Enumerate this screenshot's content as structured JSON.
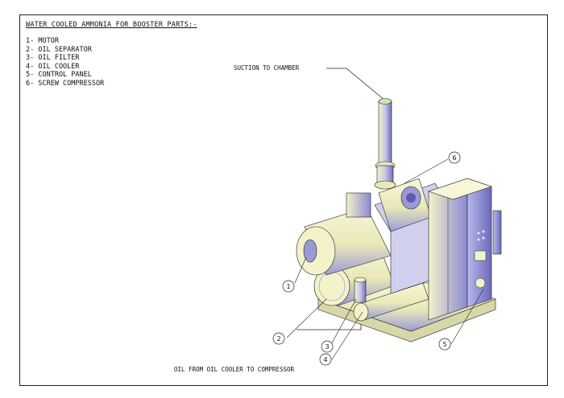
{
  "title": "WATER COOLED AMMONIA FOR BOOSTER PARTS:-",
  "parts": [
    "1- MOTOR",
    "2- OIL SEPARATOR",
    "3- OIL FILTER",
    "4- OIL COOLER",
    "5- CONTROL PANEL",
    "6- SCREW COMPRESSOR"
  ],
  "callouts": {
    "suction": "SUCTION TO CHAMBER",
    "oil_line": "OIL FROM OIL COOLER TO COMPRESSOR",
    "n1": "1",
    "n2": "2",
    "n3": "3",
    "n4": "4",
    "n5": "5",
    "n6": "6"
  },
  "colors": {
    "body": "#f3f2c8",
    "shade": "#8e8ed8",
    "dark": "#5c5cb0",
    "line": "#222222"
  }
}
